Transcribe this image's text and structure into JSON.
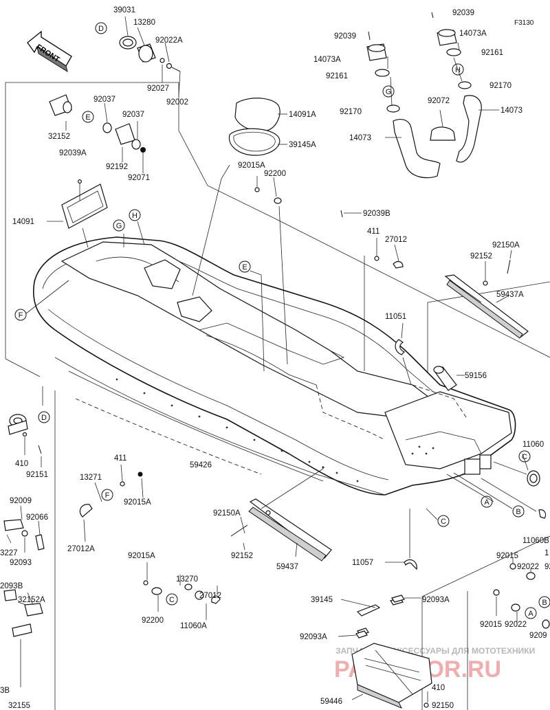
{
  "figure_code": "F3130",
  "front_label": "FRONT",
  "watermark": {
    "line1": "ЗАПЧАСТИ И АКСЕССУАРЫ ДЛЯ МОТОТЕХНИКИ",
    "line2": "PARTSFOR.RU"
  },
  "part_labels": {
    "p39031": "39031",
    "p13280": "13280",
    "p92022A": "92022A",
    "p92027": "92027",
    "p92002": "92002",
    "p92037a": "92037",
    "p92037b": "92037",
    "p32152": "32152",
    "p92192": "92192",
    "p92071": "92071",
    "p92039A": "92039A",
    "p14091": "14091",
    "p14091A": "14091A",
    "p39145A": "39145A",
    "p92015A_top": "92015A",
    "p92200_top": "92200",
    "p92039_a": "92039",
    "p92039_b": "92039",
    "p14073A_a": "14073A",
    "p14073A_b": "14073A",
    "p92161_a": "92161",
    "p92161_b": "92161",
    "p92170_a": "92170",
    "p92170_b": "92170",
    "p92072": "92072",
    "p14073_a": "14073",
    "p14073_b": "14073",
    "p92039B": "92039B",
    "p411_top": "411",
    "p27012_top": "27012",
    "p92150A_top": "92150A",
    "p92152_top": "92152",
    "p59437A": "59437A",
    "p11051": "11051",
    "p59156": "59156",
    "p11060_right": "11060",
    "p59426": "59426",
    "p410_left": "410",
    "p92151": "92151",
    "p92009": "92009",
    "p92066": "92066",
    "p3227": "3227",
    "p92093": "92093",
    "p2093B": "2093B",
    "p32152A": "32152A",
    "p3B": "3B",
    "p32155": "32155",
    "p411_mid": "411",
    "p13271": "13271",
    "p92015A_mid": "92015A",
    "p27012A": "27012A",
    "p92150A_mid": "92150A",
    "p92152_mid": "92152",
    "p59437": "59437",
    "p92015A_low": "92015A",
    "p13270": "13270",
    "p27012_low": "27012",
    "p92200_low": "92200",
    "p11060A": "11060A",
    "p11057": "11057",
    "p39145": "39145",
    "p92093A_a": "92093A",
    "p92093A_b": "92093A",
    "p59446": "59446",
    "p410_low": "410",
    "p92150": "92150",
    "p92015_a": "92015",
    "p92022_a": "92022",
    "p92015_b": "92015",
    "p92022_b": "92022",
    "p11060B_right": "11060B",
    "p1_cut": "1",
    "p92_cut": "92",
    "p9209_cut": "9209"
  },
  "callouts": {
    "D": "D",
    "E": "E",
    "F": "F",
    "G": "G",
    "H": "H",
    "A": "A",
    "B": "B",
    "C": "C"
  }
}
